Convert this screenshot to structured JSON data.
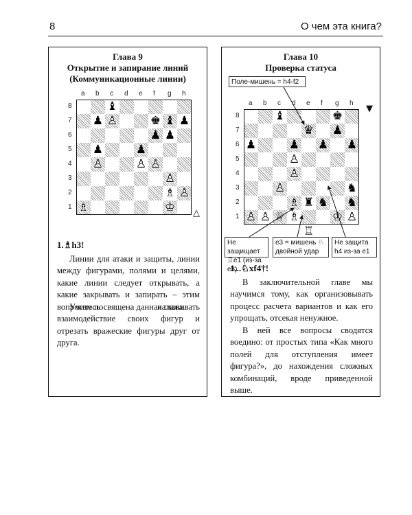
{
  "header": {
    "page_number": "8",
    "title": "О чем эта книга?"
  },
  "left": {
    "chapter": "Глава 9",
    "subtitle1": "Открытие и запирание линий",
    "subtitle2": "(Коммуникационные линии)",
    "files": [
      "a",
      "b",
      "c",
      "d",
      "e",
      "f",
      "g",
      "h"
    ],
    "ranks": [
      "8",
      "7",
      "6",
      "5",
      "4",
      "3",
      "2",
      "1"
    ],
    "pieces": [
      {
        "sq": "c8",
        "g": "♝",
        "c": "black"
      },
      {
        "sq": "b7",
        "g": "♟",
        "c": "black"
      },
      {
        "sq": "c7",
        "g": "♙",
        "c": "white"
      },
      {
        "sq": "f7",
        "g": "♚",
        "c": "black"
      },
      {
        "sq": "g7",
        "g": "♝",
        "c": "black"
      },
      {
        "sq": "h7",
        "g": "♟",
        "c": "black"
      },
      {
        "sq": "f6",
        "g": "♟",
        "c": "black"
      },
      {
        "sq": "g6",
        "g": "♟",
        "c": "black"
      },
      {
        "sq": "b5",
        "g": "♟",
        "c": "black"
      },
      {
        "sq": "e5",
        "g": "♟",
        "c": "black"
      },
      {
        "sq": "b4",
        "g": "♙",
        "c": "white"
      },
      {
        "sq": "e4",
        "g": "♙",
        "c": "white"
      },
      {
        "sq": "f4",
        "g": "♙",
        "c": "white"
      },
      {
        "sq": "g3",
        "g": "♙",
        "c": "white"
      },
      {
        "sq": "g2",
        "g": "♗",
        "c": "white"
      },
      {
        "sq": "h2",
        "g": "♙",
        "c": "white"
      },
      {
        "sq": "a1",
        "g": "♗",
        "c": "white"
      },
      {
        "sq": "g1",
        "g": "♔",
        "c": "white"
      }
    ],
    "turn_marker": "△",
    "move": "1.♗h3!",
    "paragraph1": "Линии для атаки и защиты, линии между фигурами, полями и целями, какие линии следует открывать, а какие закрывать и запирать – этим вопросам посвящена данная глава.",
    "paragraph2": "Учитесь налаживать взаимодействие своих фигур и отрезать вражеские фигуры друг от друга."
  },
  "right": {
    "chapter": "Глава 10",
    "subtitle1": "Проверка статуса",
    "callout_top": "Поле-мишень = h4-f2",
    "files": [
      "a",
      "b",
      "c",
      "d",
      "e",
      "f",
      "g",
      "h"
    ],
    "ranks": [
      "8",
      "7",
      "6",
      "5",
      "4",
      "3",
      "2",
      "1"
    ],
    "pieces": [
      {
        "sq": "c8",
        "g": "♝",
        "c": "black"
      },
      {
        "sq": "g8",
        "g": "♚",
        "c": "black"
      },
      {
        "sq": "e7",
        "g": "♛",
        "c": "black"
      },
      {
        "sq": "g7",
        "g": "♟",
        "c": "black"
      },
      {
        "sq": "a6",
        "g": "♟",
        "c": "black"
      },
      {
        "sq": "d6",
        "g": "♟",
        "c": "black"
      },
      {
        "sq": "f6",
        "g": "♟",
        "c": "black"
      },
      {
        "sq": "h6",
        "g": "♟",
        "c": "black"
      },
      {
        "sq": "d5",
        "g": "♙",
        "c": "white"
      },
      {
        "sq": "d4",
        "g": "♙",
        "c": "white"
      },
      {
        "sq": "c3",
        "g": "♙",
        "c": "white"
      },
      {
        "sq": "h3",
        "g": "♞",
        "c": "black"
      },
      {
        "sq": "d2",
        "g": "♗",
        "c": "white"
      },
      {
        "sq": "e2",
        "g": "♜",
        "c": "black"
      },
      {
        "sq": "f2",
        "g": "♞",
        "c": "black"
      },
      {
        "sq": "h2",
        "g": "♞",
        "c": "black"
      },
      {
        "sq": "a1",
        "g": "♙",
        "c": "white"
      },
      {
        "sq": "b1",
        "g": "♙",
        "c": "white"
      },
      {
        "sq": "c1",
        "g": "♕",
        "c": "white"
      },
      {
        "sq": "d1",
        "g": "♗",
        "c": "white"
      },
      {
        "sq": "g1",
        "g": "♔",
        "c": "white"
      },
      {
        "sq": "h1",
        "g": "♙",
        "c": "white"
      },
      {
        "sq": "e0",
        "g": "♖",
        "c": "white"
      }
    ],
    "turn_marker": "▼",
    "note1": "Не защищает ♖e1 (из-за e3)",
    "note2": "e3 = мишень ♘ двойной удар",
    "note3": "Не защита h4 из-за e1",
    "move": "1...♘xf4†!",
    "paragraph1": "В заключительной главе мы научимся тому, как организовывать процесс расчета вариантов и как его упрощать, отсекая ненужное.",
    "paragraph2": "В ней все вопросы сводятся воедино: от простых типа «Как много полей для отступления имеет фигура?», до нахождения сложных комбинаций, вроде приведенной выше."
  }
}
